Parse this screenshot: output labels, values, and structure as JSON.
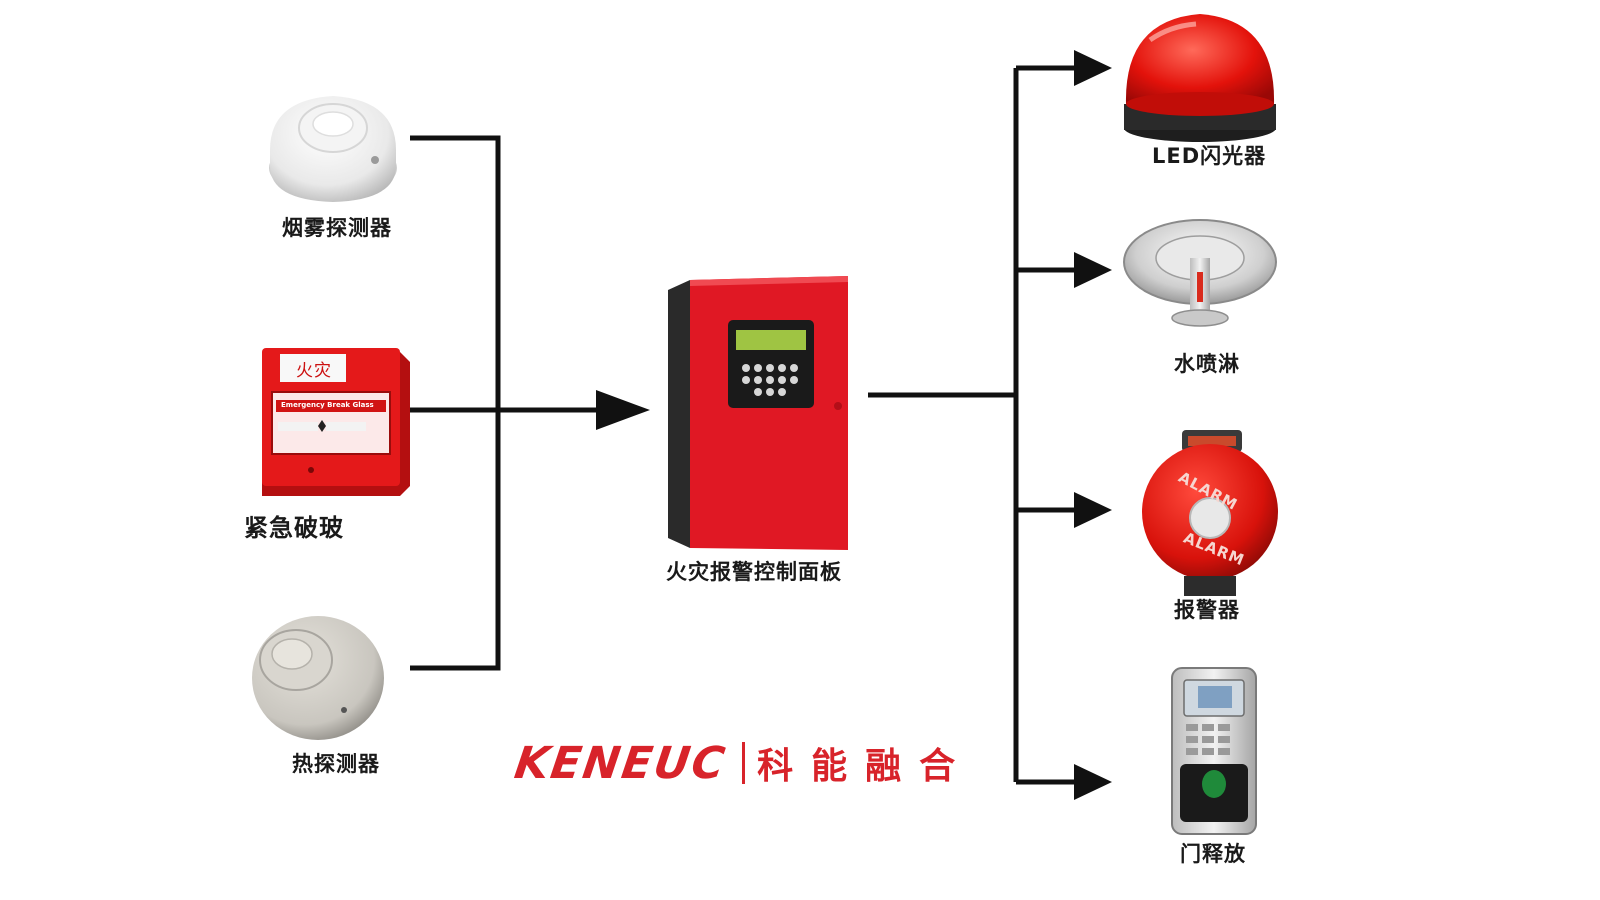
{
  "inputs": {
    "smoke_detector": "烟雾探测器",
    "break_glass": "紧急破玻",
    "break_glass_sign": "火灾",
    "break_glass_strip": "Emergency Break Glass",
    "heat_detector": "热探测器"
  },
  "panel": {
    "label": "火灾报警控制面板"
  },
  "outputs": {
    "led_strobe": "LED闪光器",
    "sprinkler": "水喷淋",
    "alarm_bell": "报警器",
    "bell_text": "ALARM",
    "door_release": "门释放"
  },
  "brand": {
    "en": "KENEUC",
    "cn": "科能融合"
  },
  "colors": {
    "brand_red": "#d8232a",
    "line": "#111111"
  }
}
